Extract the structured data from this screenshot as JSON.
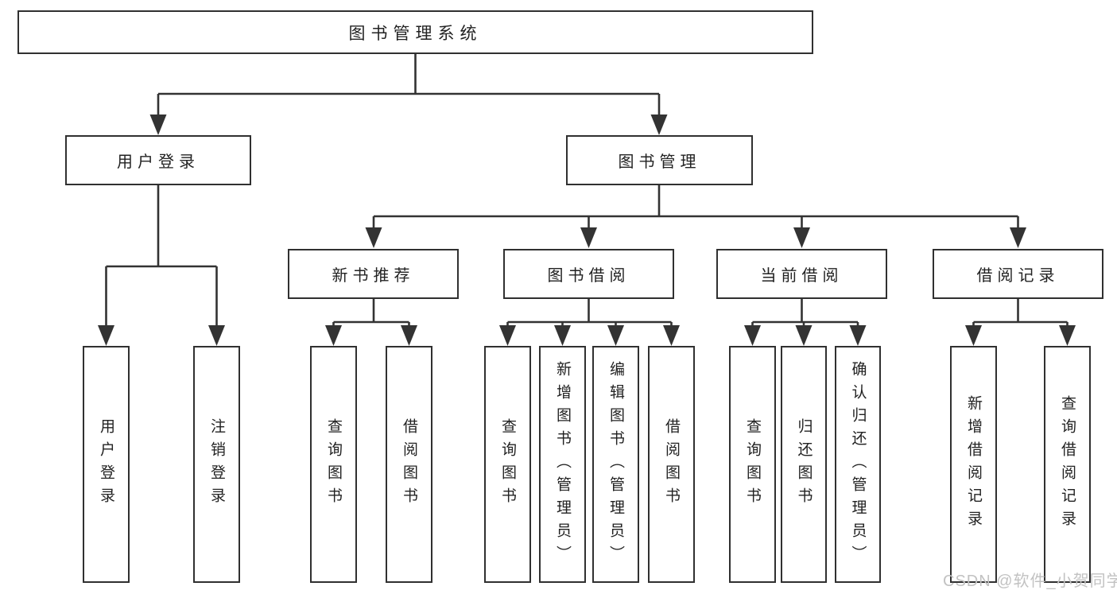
{
  "colors": {
    "line": "#333333",
    "box_border": "#303030",
    "text": "#222222",
    "watermark": "#c2c2c2",
    "background": "#ffffff"
  },
  "nodes": {
    "root": {
      "label": "图书管理系统"
    },
    "user_login": {
      "label": "用户登录"
    },
    "book_mgmt": {
      "label": "图书管理"
    },
    "new_book_rec": {
      "label": "新书推荐"
    },
    "book_borrow": {
      "label": "图书借阅"
    },
    "current_borrow": {
      "label": "当前借阅"
    },
    "borrow_records": {
      "label": "借阅记录"
    },
    "leaf_user_login": {
      "label": "用户登录"
    },
    "leaf_logout": {
      "label": "注销登录"
    },
    "leaf_rec_search": {
      "label": "查询图书"
    },
    "leaf_rec_borrow": {
      "label": "借阅图书"
    },
    "leaf_bb_search": {
      "label": "查询图书"
    },
    "leaf_bb_add": {
      "label": "新增图书（管理员）"
    },
    "leaf_bb_edit": {
      "label": "编辑图书（管理员）"
    },
    "leaf_bb_borrow": {
      "label": "借阅图书"
    },
    "leaf_cb_search": {
      "label": "查询图书"
    },
    "leaf_cb_return": {
      "label": "归还图书"
    },
    "leaf_cb_confirm": {
      "label": "确认归还（管理员）"
    },
    "leaf_br_add": {
      "label": "新增借阅记录"
    },
    "leaf_br_search": {
      "label": "查询借阅记录"
    }
  },
  "watermark": {
    "text": "CSDN @软件_小贺同学"
  }
}
